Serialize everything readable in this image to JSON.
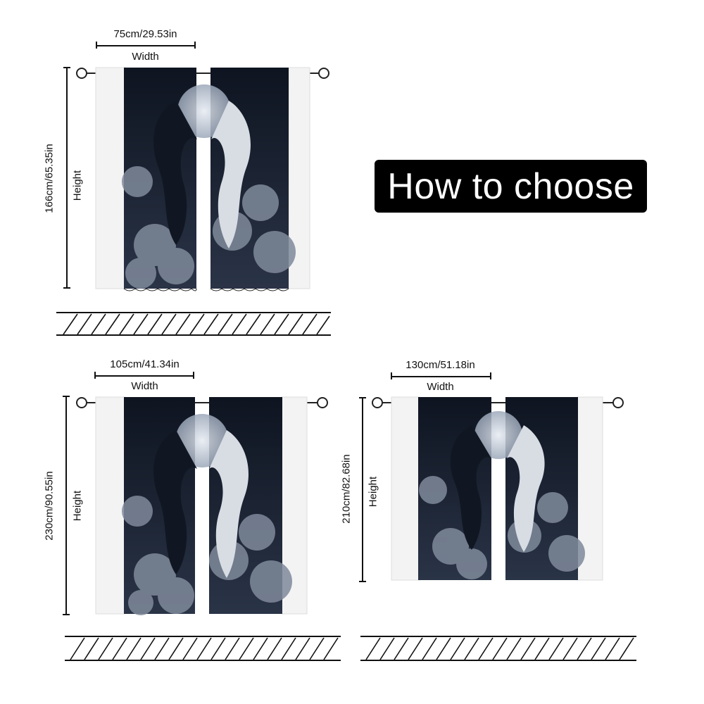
{
  "title": "How to choose",
  "labels": {
    "width": "Width",
    "height": "Height"
  },
  "sizes": [
    {
      "id": "small",
      "width_text": "75cm/29.53in",
      "height_text": "166cm/65.35in"
    },
    {
      "id": "medium",
      "width_text": "105cm/41.34in",
      "height_text": "230cm/90.55in"
    },
    {
      "id": "large",
      "width_text": "130cm/51.18in",
      "height_text": "210cm/82.68in"
    }
  ],
  "colors": {
    "sky": "#1a2233",
    "cloud": "#8f99a8",
    "fabric": "#f2f2f2",
    "accent_black": "#000000"
  },
  "icons": [
    "curtain-rod-ring-icon",
    "black-dragon-icon",
    "white-dragon-icon",
    "moon-icon",
    "floor-hatch-icon"
  ]
}
